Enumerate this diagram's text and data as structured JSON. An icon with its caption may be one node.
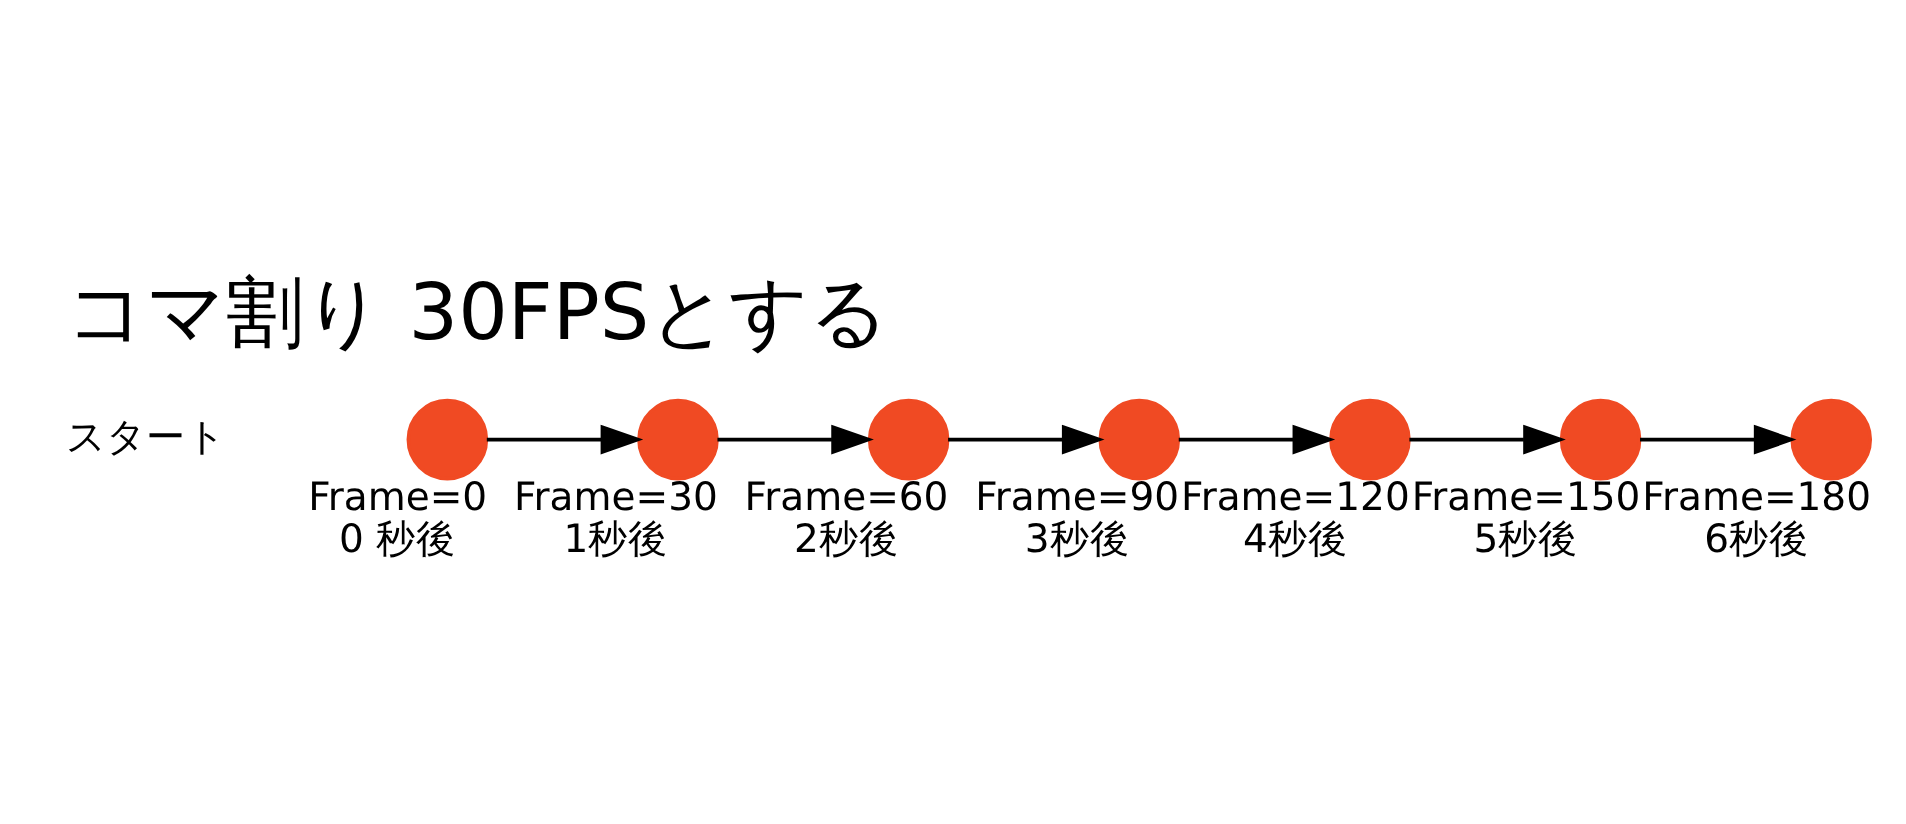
{
  "diagram": {
    "title": "コマ割り 30FPSとする",
    "nodes": [
      {
        "text": [],
        "shape": "circle",
        "beside": [
          "Frame=0",
          "0 秒後"
        ]
      },
      {
        "text": [],
        "shape": "circle",
        "beside": [
          "Frame=30",
          "1秒後"
        ]
      },
      {
        "text": [],
        "shape": "circle",
        "beside": [
          "Frame=60",
          "2秒後"
        ]
      },
      {
        "text": [],
        "shape": "circle",
        "beside": [
          "Frame=90",
          "3秒後"
        ]
      },
      {
        "text": [],
        "shape": "circle",
        "beside": [
          "Frame=120",
          "4秒後"
        ]
      },
      {
        "text": [],
        "shape": "circle",
        "beside": [
          "Frame=150",
          "5秒後"
        ]
      },
      {
        "text": [],
        "shape": "circle",
        "beside": [
          "Frame=180",
          "6秒後"
        ]
      }
    ],
    "edges": [
      {
        "from": 0,
        "to": 1,
        "arrow": "to"
      },
      {
        "from": 1,
        "to": 2,
        "arrow": "to"
      },
      {
        "from": 2,
        "to": 3,
        "arrow": "to"
      },
      {
        "from": 3,
        "to": 4,
        "arrow": "to"
      },
      {
        "from": 4,
        "to": 5,
        "arrow": "to"
      },
      {
        "from": 5,
        "to": 6,
        "arrow": "to"
      }
    ],
    "labels": [
      "スタート"
    ]
  }
}
